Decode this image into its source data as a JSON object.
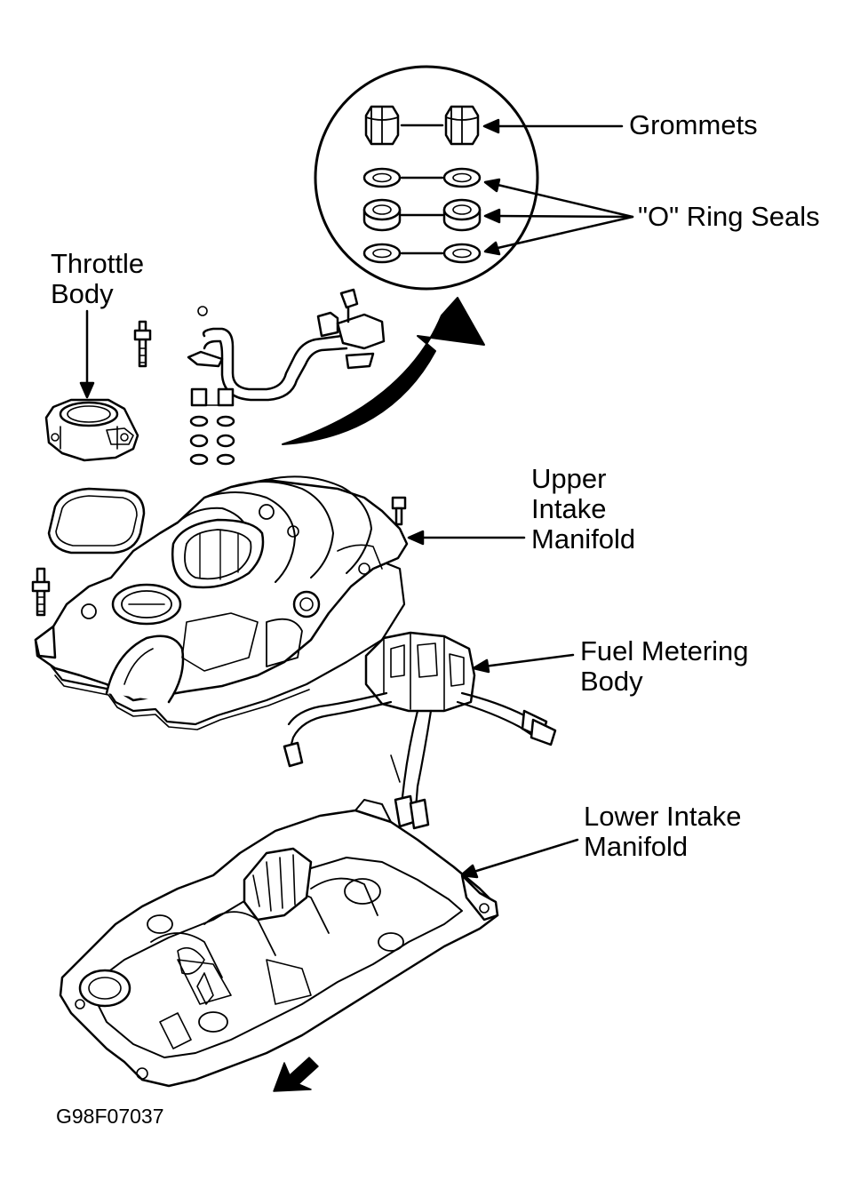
{
  "labels": {
    "grommets": "Grommets",
    "o_ring_seals": "\"O\" Ring Seals",
    "throttle_body": {
      "line1": "Throttle",
      "line2": "Body"
    },
    "upper_intake_manifold": {
      "line1": "Upper",
      "line2": "Intake",
      "line3": "Manifold"
    },
    "fuel_metering_body": {
      "line1": "Fuel Metering",
      "line2": "Body"
    },
    "lower_intake_manifold": {
      "line1": "Lower Intake",
      "line2": "Manifold"
    }
  },
  "figure_code": "G98F07037",
  "colors": {
    "ink": "#000000",
    "paper": "#ffffff"
  }
}
